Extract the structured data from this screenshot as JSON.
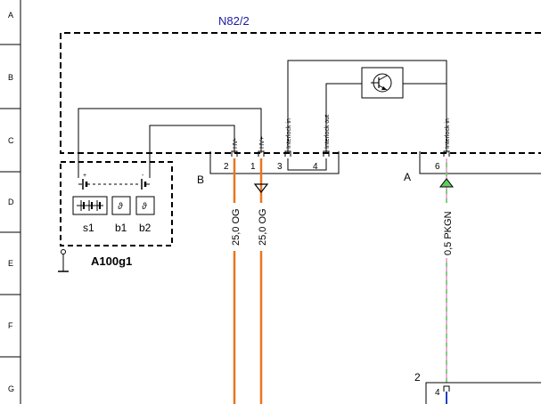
{
  "sheet": {
    "title": "N82/2",
    "rows": [
      "A",
      "B",
      "C",
      "D",
      "E",
      "F",
      "G"
    ]
  },
  "connectors": {
    "B": {
      "label": "B",
      "pins": [
        {
          "num": "2",
          "signal": "HV-"
        },
        {
          "num": "1",
          "signal": "HV+"
        },
        {
          "num": "3",
          "signal": "Interlock in"
        },
        {
          "num": "4",
          "signal": "Interlock out"
        }
      ]
    },
    "A": {
      "label": "A",
      "pins": [
        {
          "num": "6",
          "signal": "Interlock in"
        }
      ]
    }
  },
  "wires": {
    "hv_minus": {
      "label": "25,0 OG",
      "color": "#e8761e"
    },
    "hv_plus": {
      "label": "25,0 OG",
      "color": "#e8761e"
    },
    "interlock": {
      "label": "0,5 PKGN",
      "color": "#e78fcf",
      "color2": "#5fcf5f"
    }
  },
  "component": {
    "title": "A100g1",
    "parts": [
      "s1",
      "b1",
      "b2"
    ],
    "plus_sign": "+",
    "minus_sign": "-",
    "theta": "ϑ"
  },
  "lower_connector": {
    "label": "2",
    "pin": "4"
  },
  "colors": {
    "frame": "#000000",
    "title": "#1a1aa6",
    "bottom_wire": "#2040c0"
  }
}
